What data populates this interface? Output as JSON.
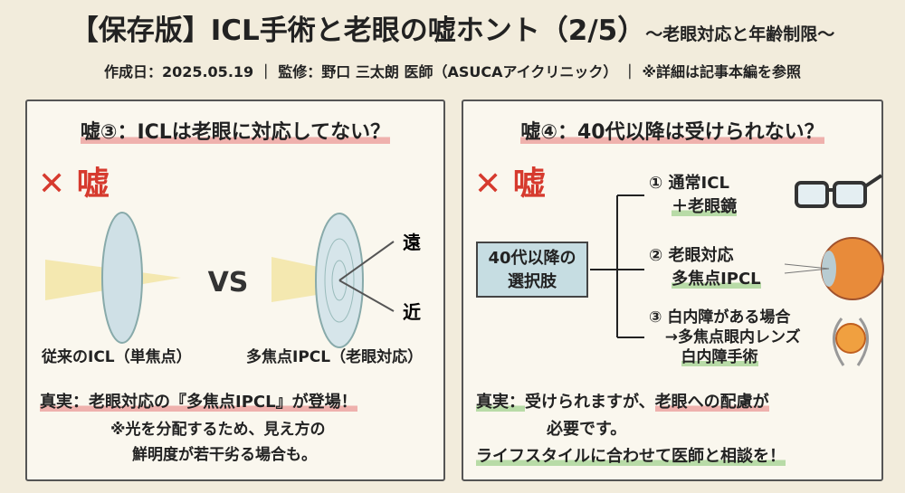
{
  "header": {
    "title": "【保存版】ICL手術と老眼の嘘ホント（2/5）",
    "subtitle": "～老眼対応と年齢制限～",
    "meta": "作成日：2025.05.19 ｜ 監修：野口 三太朗 医師（ASUCAアイクリニック） ｜ ※詳細は記事本編を参照"
  },
  "left": {
    "heading": "嘘③：ICLは老眼に対応してない？",
    "lie": "✕ 嘘",
    "vs": "VS",
    "far": "遠",
    "near": "近",
    "caption_single": "従来のICL（単焦点）",
    "caption_multi": "多焦点IPCL（老眼対応）",
    "truth_label": "真実：",
    "truth": "老眼対応の『多焦点IPCL』が登場！",
    "note1": "※光を分配するため、見え方の",
    "note2": "鮮明度が若干劣る場合も。"
  },
  "right": {
    "heading": "嘘④：40代以降は受けられない？",
    "lie": "✕ 嘘",
    "choice_box_1": "40代以降の",
    "choice_box_2": "選択肢",
    "options": [
      {
        "num": "①",
        "line1": "通常ICL",
        "line2": "＋老眼鏡"
      },
      {
        "num": "②",
        "line1": "老眼対応",
        "line2": "多焦点IPCL"
      },
      {
        "num": "③",
        "line1": "白内障がある場合",
        "line2": "→多焦点眼内レンズ",
        "line3": "白内障手術"
      }
    ],
    "truth_label": "真実：",
    "truth_a": "受けられますが、",
    "truth_b": "老眼への配慮が",
    "truth_c": "必要です。",
    "advice": "ライフスタイルに合わせて医師と相談を！"
  },
  "colors": {
    "red": "#d63a2e",
    "box": "#c6dde2",
    "bg": "#f2ecdc"
  }
}
